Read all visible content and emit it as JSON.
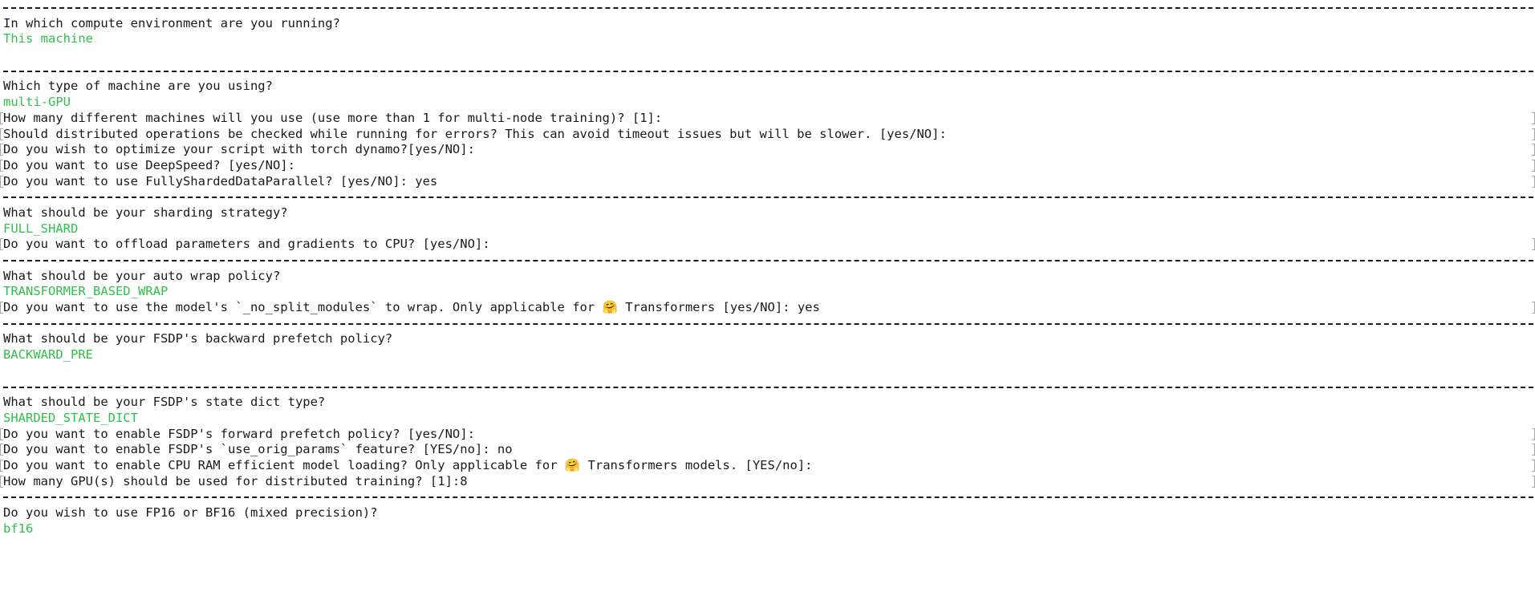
{
  "terminal": {
    "colors": {
      "background": "#ffffff",
      "text": "#1a1a1a",
      "answer_green": "#2fc14c",
      "wrap_marker_gray": "#a9a9a9"
    },
    "emoji": {
      "hugging_face": "🤗"
    },
    "lines": [
      {
        "kind": "separator"
      },
      {
        "kind": "question",
        "text": "In which compute environment are you running?"
      },
      {
        "kind": "answer",
        "text": "This machine"
      },
      {
        "kind": "blank"
      },
      {
        "kind": "separator"
      },
      {
        "kind": "question",
        "text": "Which type of machine are you using?"
      },
      {
        "kind": "answer",
        "text": "multi-GPU"
      },
      {
        "kind": "prompt",
        "text": "How many different machines will you use (use more than 1 for multi-node training)? [1]:",
        "wrapped": true
      },
      {
        "kind": "prompt",
        "text": "Should distributed operations be checked while running for errors? This can avoid timeout issues but will be slower. [yes/NO]:",
        "wrapped": true
      },
      {
        "kind": "prompt",
        "text": "Do you wish to optimize your script with torch dynamo?[yes/NO]:",
        "wrapped": true
      },
      {
        "kind": "prompt",
        "text": "Do you want to use DeepSpeed? [yes/NO]:",
        "wrapped": true
      },
      {
        "kind": "prompt",
        "text": "Do you want to use FullyShardedDataParallel? [yes/NO]: yes",
        "wrapped": true
      },
      {
        "kind": "separator"
      },
      {
        "kind": "question",
        "text": "What should be your sharding strategy?"
      },
      {
        "kind": "answer",
        "text": "FULL_SHARD"
      },
      {
        "kind": "prompt",
        "text": "Do you want to offload parameters and gradients to CPU? [yes/NO]:",
        "wrapped": true
      },
      {
        "kind": "separator"
      },
      {
        "kind": "question",
        "text": "What should be your auto wrap policy?"
      },
      {
        "kind": "answer",
        "text": "TRANSFORMER_BASED_WRAP"
      },
      {
        "kind": "prompt-emoji",
        "before": "Do you want to use the model's `_no_split_modules` to wrap. Only applicable for ",
        "after": " Transformers [yes/NO]: yes",
        "wrapped": true
      },
      {
        "kind": "separator"
      },
      {
        "kind": "question",
        "text": "What should be your FSDP's backward prefetch policy?"
      },
      {
        "kind": "answer",
        "text": "BACKWARD_PRE"
      },
      {
        "kind": "blank"
      },
      {
        "kind": "separator"
      },
      {
        "kind": "question",
        "text": "What should be your FSDP's state dict type?"
      },
      {
        "kind": "answer",
        "text": "SHARDED_STATE_DICT"
      },
      {
        "kind": "prompt",
        "text": "Do you want to enable FSDP's forward prefetch policy? [yes/NO]:",
        "wrapped": true
      },
      {
        "kind": "prompt",
        "text": "Do you want to enable FSDP's `use_orig_params` feature? [YES/no]: no",
        "wrapped": true
      },
      {
        "kind": "prompt-emoji",
        "before": "Do you want to enable CPU RAM efficient model loading? Only applicable for ",
        "after": " Transformers models. [YES/no]:",
        "wrapped": true
      },
      {
        "kind": "prompt",
        "text": "How many GPU(s) should be used for distributed training? [1]:8",
        "wrapped": true
      },
      {
        "kind": "separator"
      },
      {
        "kind": "question",
        "text": "Do you wish to use FP16 or BF16 (mixed precision)?"
      },
      {
        "kind": "answer",
        "text": "bf16"
      }
    ]
  }
}
